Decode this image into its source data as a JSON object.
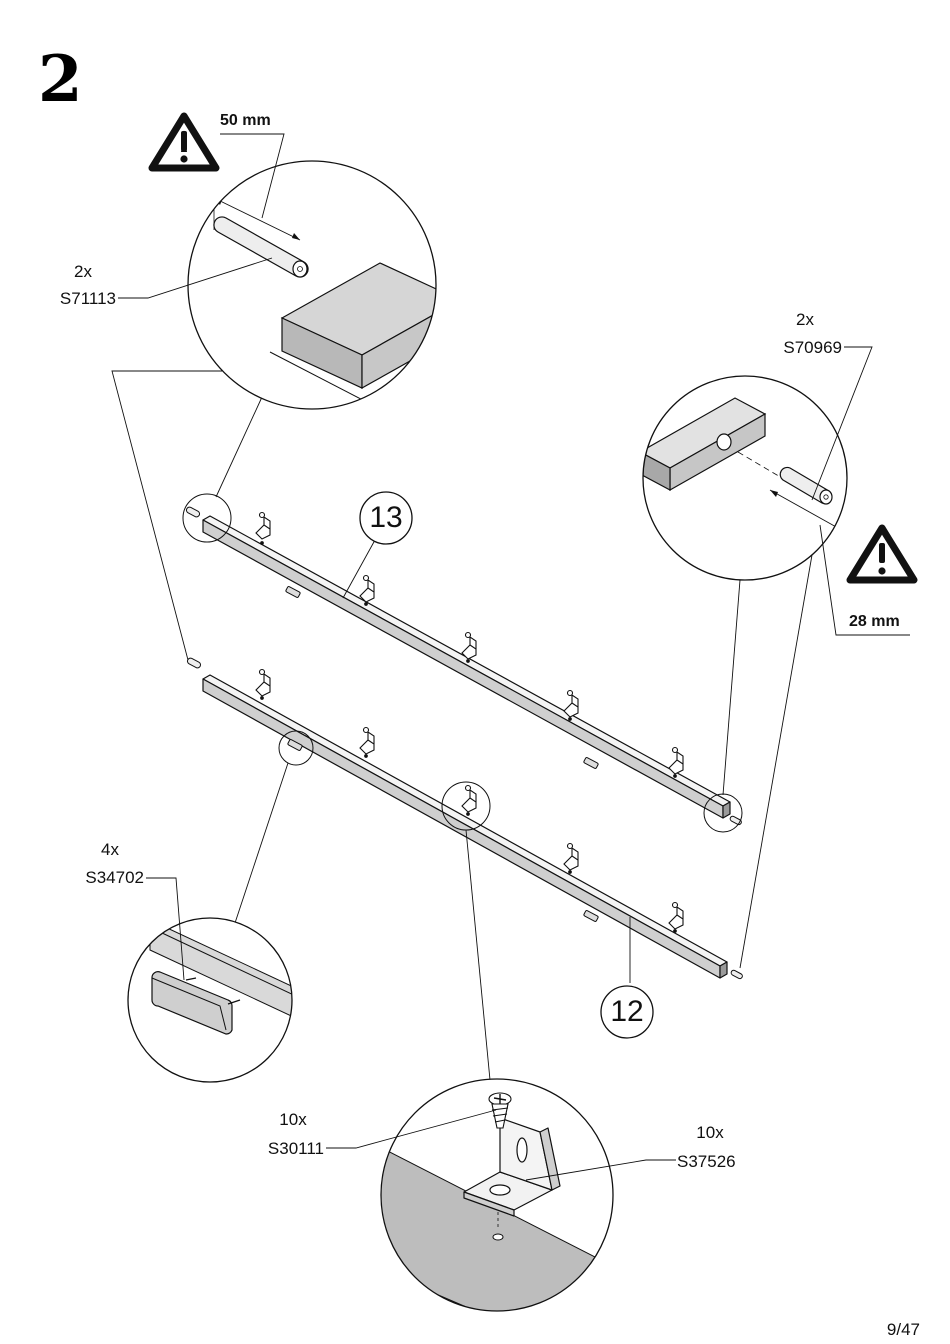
{
  "step_number": "2",
  "page_indicator": "9/47",
  "dimensions": {
    "dowel_length": "50 mm",
    "pin_length": "28 mm"
  },
  "parts": {
    "dowel": {
      "qty": "2x",
      "code": "S71113"
    },
    "pin": {
      "qty": "2x",
      "code": "S70969"
    },
    "glide": {
      "qty": "4x",
      "code": "S34702"
    },
    "screw": {
      "qty": "10x",
      "code": "S30111"
    },
    "bracket": {
      "qty": "10x",
      "code": "S37526"
    }
  },
  "part_numbers": {
    "upper_rail": "13",
    "lower_rail": "12"
  },
  "icons": [
    "warning-icon",
    "screw-icon",
    "bracket-icon",
    "dowel-icon",
    "glide-icon"
  ]
}
